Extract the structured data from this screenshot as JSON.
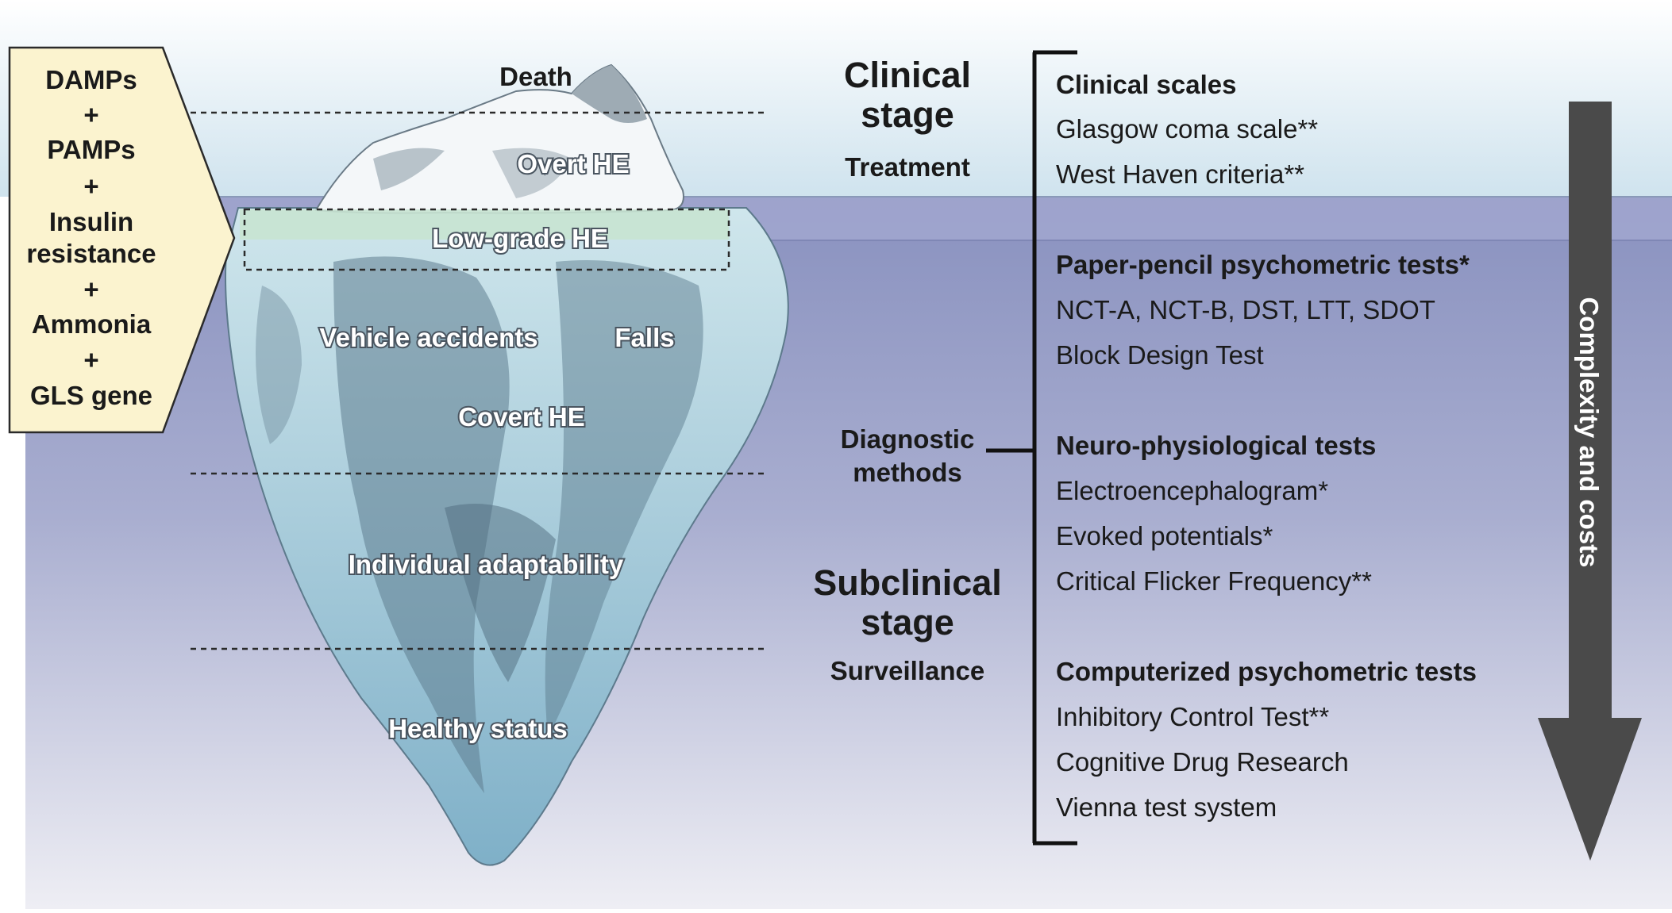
{
  "risk_factors": [
    "DAMPs",
    "+",
    "PAMPs",
    "+",
    "Insulin",
    "resistance",
    "+",
    "Ammonia",
    "+",
    "GLS gene"
  ],
  "iceberg": {
    "death": "Death",
    "overt_he": "Overt HE",
    "low_grade_he": "Low-grade HE",
    "vehicle_accidents": "Vehicle accidents",
    "falls": "Falls",
    "covert_he": "Covert HE",
    "individual_adaptability": "Individual adaptability",
    "healthy_status": "Healthy status"
  },
  "stages": {
    "clinical_line1": "Clinical",
    "clinical_line2": "stage",
    "treatment": "Treatment",
    "diagnostic_line1": "Diagnostic",
    "diagnostic_line2": "methods",
    "subclinical_line1": "Subclinical",
    "subclinical_line2": "stage",
    "surveillance": "Surveillance"
  },
  "methods": {
    "clinical_scales": {
      "heading": "Clinical scales",
      "items": [
        "Glasgow coma scale**",
        "West Haven criteria**"
      ]
    },
    "paper_pencil": {
      "heading": "Paper-pencil psychometric tests*",
      "items": [
        "NCT-A, NCT-B, DST, LTT, SDOT",
        "Block Design Test"
      ]
    },
    "neuro_physiological": {
      "heading": "Neuro-physiological tests",
      "items": [
        "Electroencephalogram*",
        "Evoked potentials*",
        "Critical Flicker Frequency**"
      ]
    },
    "computerized": {
      "heading": "Computerized psychometric tests",
      "items": [
        "Inhibitory Control Test**",
        "Cognitive Drug Research",
        "Vienna test system"
      ]
    }
  },
  "arrow_label": "Complexity and costs",
  "colors": {
    "sky": "#dfeef5",
    "water_top": "#8a94c0",
    "water_bottom": "#e8e9f2",
    "risk_box": "#fbf3cf",
    "arrow": "#4a4a4a"
  }
}
